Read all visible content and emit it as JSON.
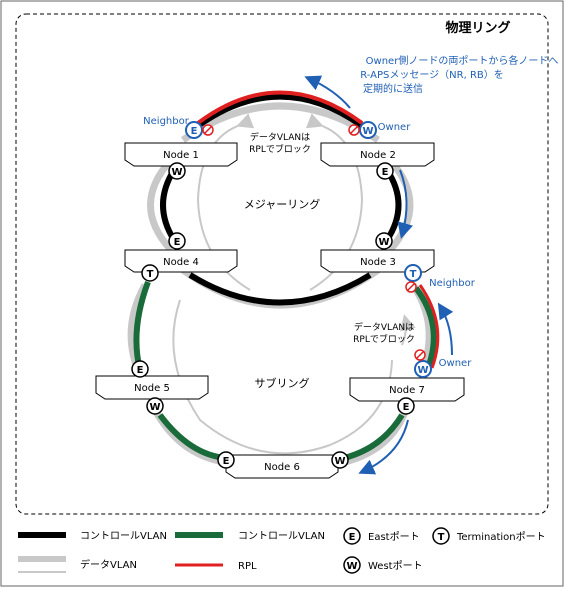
{
  "title": "物理リング",
  "note_lines": [
    "Owner側ノードの両ポートから各ノードへ",
    "R-APSメッセージ（NR, RB）を",
    "定期的に送信"
  ],
  "major_ring_label": "メジャーリング",
  "sub_ring_label": "サブリング",
  "block_note_major": [
    "データVLANは",
    "RPLでブロック"
  ],
  "block_note_sub": [
    "データVLANは",
    "RPLでブロック"
  ],
  "neighbor_major": "Neighbor",
  "owner_major": "Owner",
  "neighbor_sub": "Neighbor",
  "owner_sub": "Owner",
  "nodes": [
    "Node 1",
    "Node 2",
    "Node 3",
    "Node 4",
    "Node 5",
    "Node 6",
    "Node 7"
  ],
  "port_letters": {
    "east": "E",
    "west": "W",
    "termination": "T"
  },
  "legend": {
    "control_black": "コントロールVLAN",
    "control_green": "コントロールVLAN",
    "data": "データVLAN",
    "rpl": "RPL",
    "east": "Eastポート",
    "west": "Westポート",
    "termination": "Terminationポート"
  },
  "colors": {
    "control_major": "#000000",
    "control_sub": "#1a6b3a",
    "data": "#c8c8c8",
    "rpl": "#e02020",
    "accent_blue": "#1f5fb4"
  }
}
